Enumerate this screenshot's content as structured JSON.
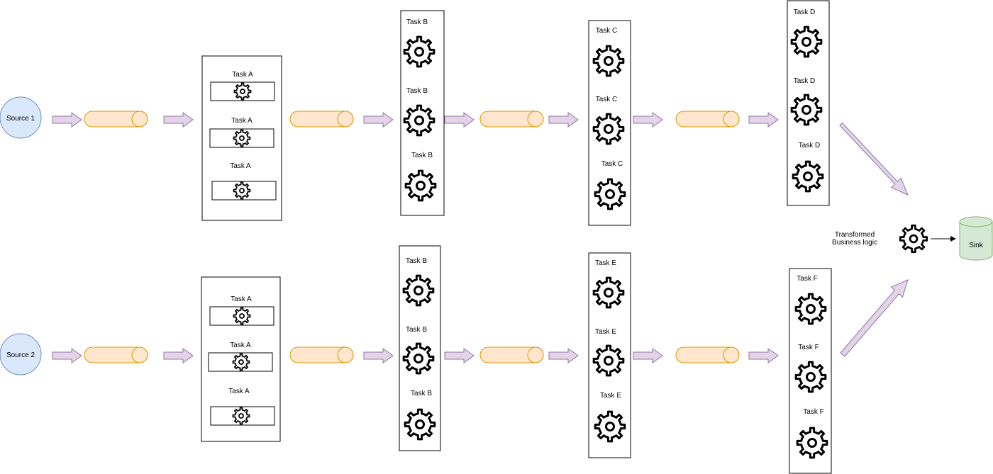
{
  "colors": {
    "source_fill": "#dae8fc",
    "source_stroke": "#6c8ebf",
    "queue_fill": "#ffe6cc",
    "queue_stroke": "#d79b00",
    "arrow_fill": "#e1d5e7",
    "arrow_stroke": "#9673a6",
    "sink_fill": "#d5e8d4",
    "sink_stroke": "#82b366",
    "box_stroke": "#000000"
  },
  "icons": {
    "gear": "gear-icon",
    "queue": "queue-cylinder-icon",
    "arrow": "arrow-right-icon",
    "sink": "database-cylinder-icon"
  },
  "pipeline1": {
    "source": "Source 1",
    "task_a": [
      "Task A",
      "Task A",
      "Task A"
    ],
    "task_b": [
      "Task B",
      "Task B",
      "Task B"
    ],
    "task_c": [
      "Task C",
      "Task C",
      "Task C"
    ],
    "task_d": [
      "Task D",
      "Task D",
      "Task D"
    ]
  },
  "pipeline2": {
    "source": "Source 2",
    "task_a": [
      "Task A",
      "Task A",
      "Task A"
    ],
    "task_b": [
      "Task B",
      "Task B",
      "Task B"
    ],
    "task_e": [
      "Task E",
      "Task E",
      "Task E"
    ],
    "task_f": [
      "Task F",
      "Task F",
      "Task F"
    ]
  },
  "merge": {
    "label_line1": "Transformed",
    "label_line2": "Business logic",
    "sink": "Sink"
  }
}
